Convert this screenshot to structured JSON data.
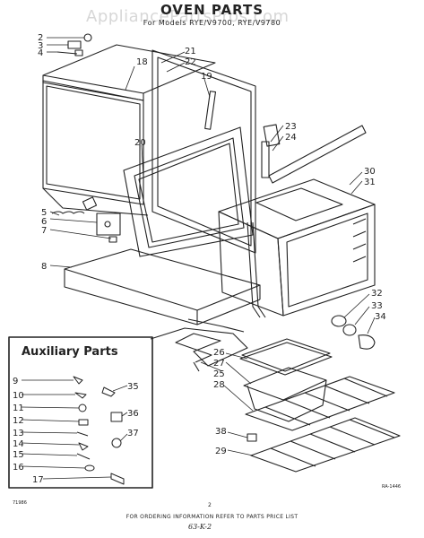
{
  "watermark": "AppliancePartsPros.com",
  "title": "OVEN PARTS",
  "subtitle": "For Models RYE/V9700, RYE/V9780",
  "auxiliary_title": "Auxiliary Parts",
  "footer": "FOR ORDERING INFORMATION REFER TO PARTS PRICE LIST",
  "code_left": "71986",
  "page_number": "2",
  "part_code": "RA-1446",
  "handwritten": "63-K-2",
  "callouts": {
    "c1": "2",
    "c2": "3",
    "c3": "4",
    "c4": "21",
    "c5": "22",
    "c6": "18",
    "c7": "19",
    "c8": "20",
    "c9": "23",
    "c10": "24",
    "c11": "30",
    "c12": "31",
    "c13": "5",
    "c14": "6",
    "c15": "7",
    "c16": "8",
    "c17": "32",
    "c18": "33",
    "c19": "34",
    "c20": "26",
    "c21": "27",
    "c22": "25",
    "c23": "28",
    "c24": "38",
    "c25": "29",
    "c26": "9",
    "c27": "10",
    "c28": "11",
    "c29": "12",
    "c30": "13",
    "c31": "14",
    "c32": "15",
    "c33": "16",
    "c34": "17",
    "c35": "35",
    "c36": "36",
    "c37": "37"
  }
}
